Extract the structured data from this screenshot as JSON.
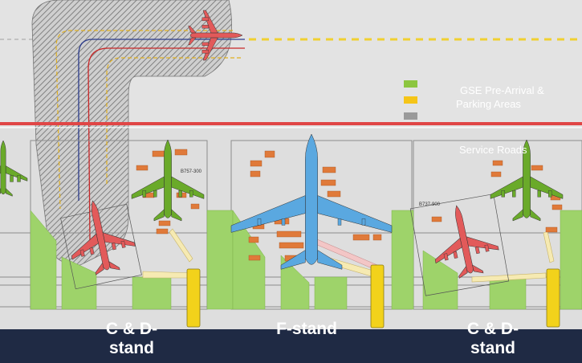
{
  "legend": {
    "items": [
      {
        "label": "GSE Pre-Arrival & Parking Areas",
        "line1": "GSE Pre-Arrival &",
        "line2": "Parking Areas",
        "color": "#8cc63f"
      },
      {
        "label": "",
        "color": "#f5c518"
      },
      {
        "label": "",
        "color": "#9a9a9a"
      }
    ],
    "service_roads": "Service Roads"
  },
  "stands": [
    {
      "label": "C & D-\nstand"
    },
    {
      "label": "F-stand"
    },
    {
      "label": "C & D-\nstand"
    }
  ],
  "aircraft": [
    {
      "label": "B757-300",
      "color": "#6aaa2a"
    },
    {
      "label": "B737-900",
      "color": "#d94b52"
    }
  ],
  "colors": {
    "taxi_aircraft": "#e25a5a",
    "a380": "#5aa8e0",
    "green_aircraft": "#6aaa2a",
    "gse": "#e07a3a",
    "bridge": "#f2d21b",
    "green_area": "#9ed36a",
    "red_line": "#e04646",
    "bottom_bar": "#1f2a44"
  }
}
